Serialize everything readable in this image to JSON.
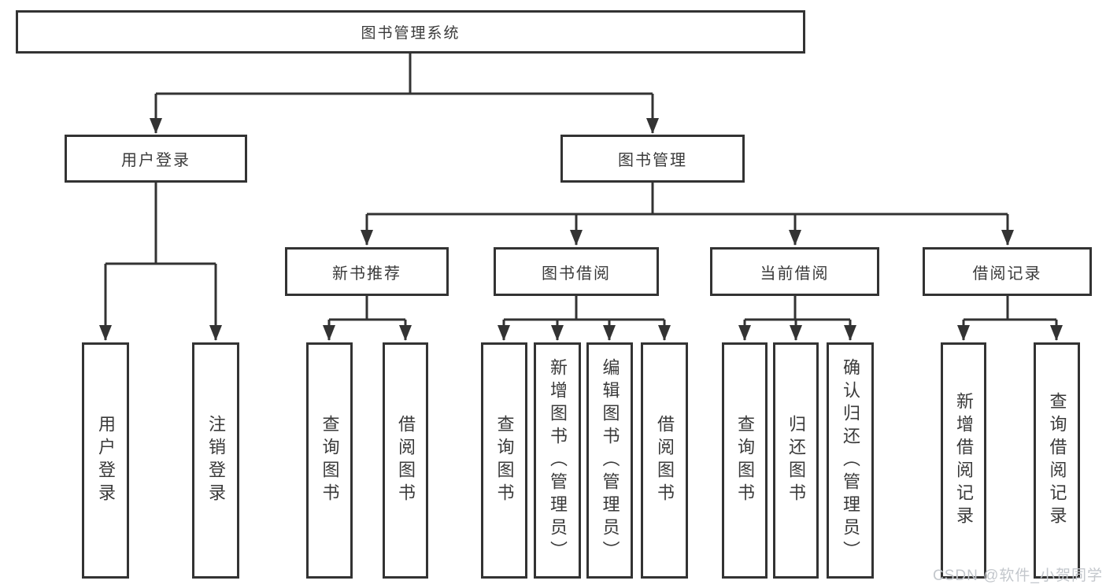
{
  "colors": {
    "line": "#333333",
    "text": "#3a3a3a",
    "background": "#ffffff",
    "watermark": "#c3c7cc"
  },
  "watermark": {
    "text": "CSDN @软件_小贺同学"
  },
  "tree": {
    "label": "图书管理系统",
    "children": [
      {
        "label": "用户登录",
        "children": [
          {
            "label": "用户登录"
          },
          {
            "label": "注销登录"
          }
        ]
      },
      {
        "label": "图书管理",
        "children": [
          {
            "label": "新书推荐",
            "children": [
              {
                "label": "查询图书"
              },
              {
                "label": "借阅图书"
              }
            ]
          },
          {
            "label": "图书借阅",
            "children": [
              {
                "label": "查询图书"
              },
              {
                "label": "新增图书（管理员）"
              },
              {
                "label": "编辑图书（管理员）"
              },
              {
                "label": "借阅图书"
              }
            ]
          },
          {
            "label": "当前借阅",
            "children": [
              {
                "label": "查询图书"
              },
              {
                "label": "归还图书"
              },
              {
                "label": "确认归还（管理员）"
              }
            ]
          },
          {
            "label": "借阅记录",
            "children": [
              {
                "label": "新增借阅记录"
              },
              {
                "label": "查询借阅记录"
              }
            ]
          }
        ]
      }
    ]
  }
}
